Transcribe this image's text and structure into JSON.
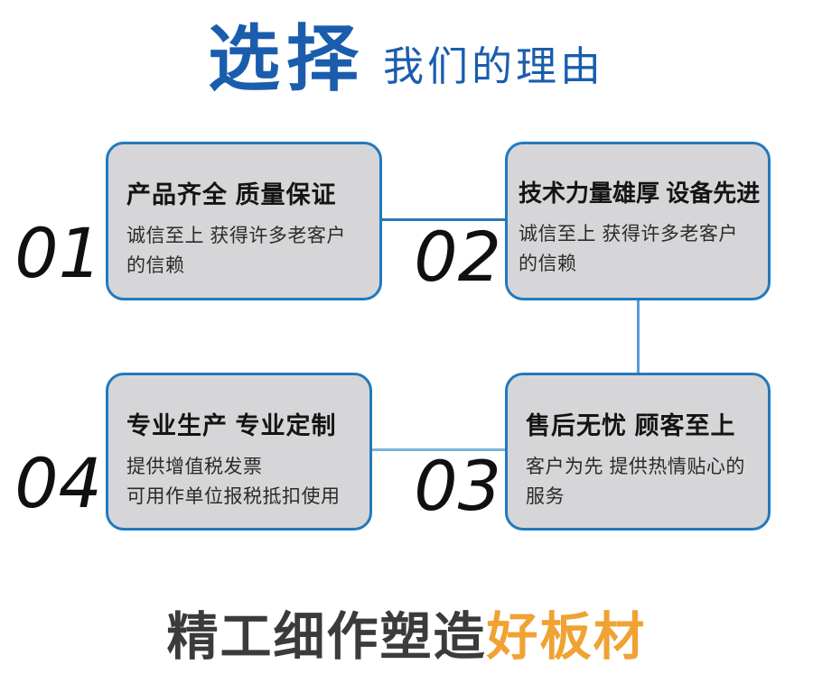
{
  "colors": {
    "title_blue": "#1a5dad",
    "card_border_blue": "#2279bd",
    "card_background_gray": "#d6d6d8",
    "connector_blue_dark": "#2a77b8",
    "connector_blue_light": "#7fb3d9",
    "headline_dark": "#3b3b3b",
    "headline_orange": "#f0a232",
    "number_black": "#101010"
  },
  "header": {
    "title_emphasis": "选择",
    "title_rest": "我们的理由"
  },
  "cards": [
    {
      "number": "01",
      "title": "产品齐全 质量保证",
      "body_line1": "诚信至上 获得许多老客户",
      "body_line2": "的信赖"
    },
    {
      "number": "02",
      "title": "技术力量雄厚 设备先进",
      "body_line1": "诚信至上 获得许多老客户",
      "body_line2": "的信赖"
    },
    {
      "number": "03",
      "title": "售后无忧 顾客至上",
      "body_line1": "客户为先 提供热情贴心的",
      "body_line2": "服务"
    },
    {
      "number": "04",
      "title": "专业生产 专业定制",
      "body_line1": "提供增值税发票",
      "body_line2": "可用作单位报税抵扣使用"
    }
  ],
  "footer": {
    "headline_dark": "精工细作塑造",
    "headline_accent": "好板材"
  }
}
